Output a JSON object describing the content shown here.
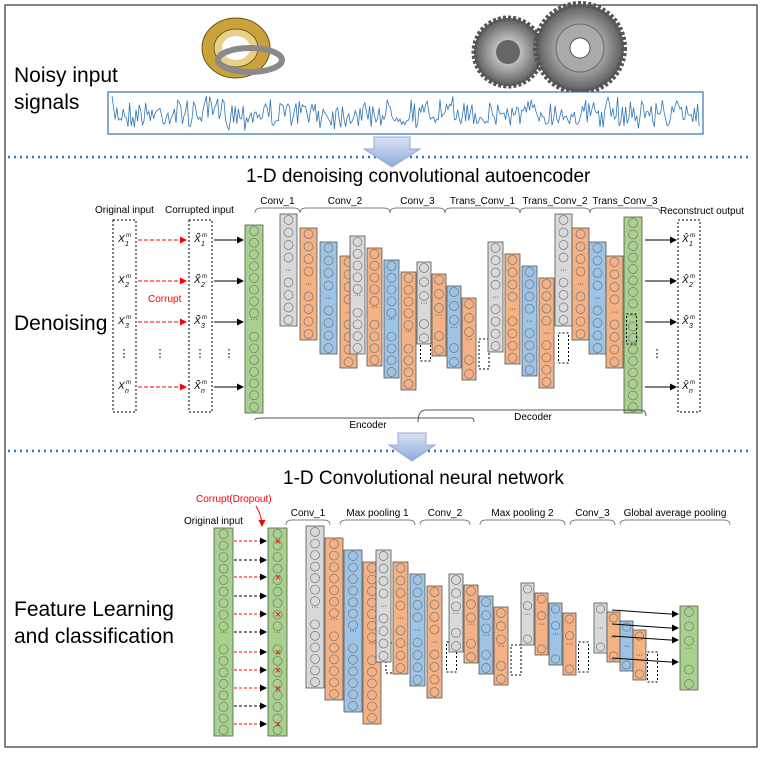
{
  "sections": {
    "noisy": {
      "label_line1": "Noisy input",
      "label_line2": "signals"
    },
    "dcae": {
      "label": "Denoising",
      "title": "1-D denoising convolutional autoencoder",
      "original_input": "Original input",
      "corrupted_input": "Corrupted input",
      "reconstruct_output": "Reconstruct output",
      "corrupt": "Corrupt",
      "layers": [
        "Conv_1",
        "Conv_2",
        "Conv_3",
        "Trans_Conv_1",
        "Trans_Conv_2",
        "Trans_Conv_3"
      ],
      "encoder": "Encoder",
      "decoder": "Decoder",
      "inputs": [
        "1",
        "2",
        "3",
        "n"
      ],
      "sup": "m"
    },
    "cnn": {
      "label_line1": "Feature Learning",
      "label_line2": "and classification",
      "title": "1-D Convolutional neural network",
      "corrupt": "Corrupt(Dropout)",
      "original_input": "Original input",
      "layers": [
        "Conv_1",
        "Max pooling 1",
        "Conv_2",
        "Max pooling 2",
        "Conv_3",
        "Global average pooling"
      ]
    }
  },
  "colors": {
    "gray": "#d9d9d9",
    "orange": "#f4b183",
    "blue": "#9dc3e6",
    "green": "#a9d18e",
    "dotted_separator": "#2e75b6",
    "arrow_down": "#b4c7e7",
    "signal": "#2e75b6",
    "corrupt_red": "#ff0000"
  },
  "icons": [
    "bearing-icon",
    "gear-icon"
  ]
}
